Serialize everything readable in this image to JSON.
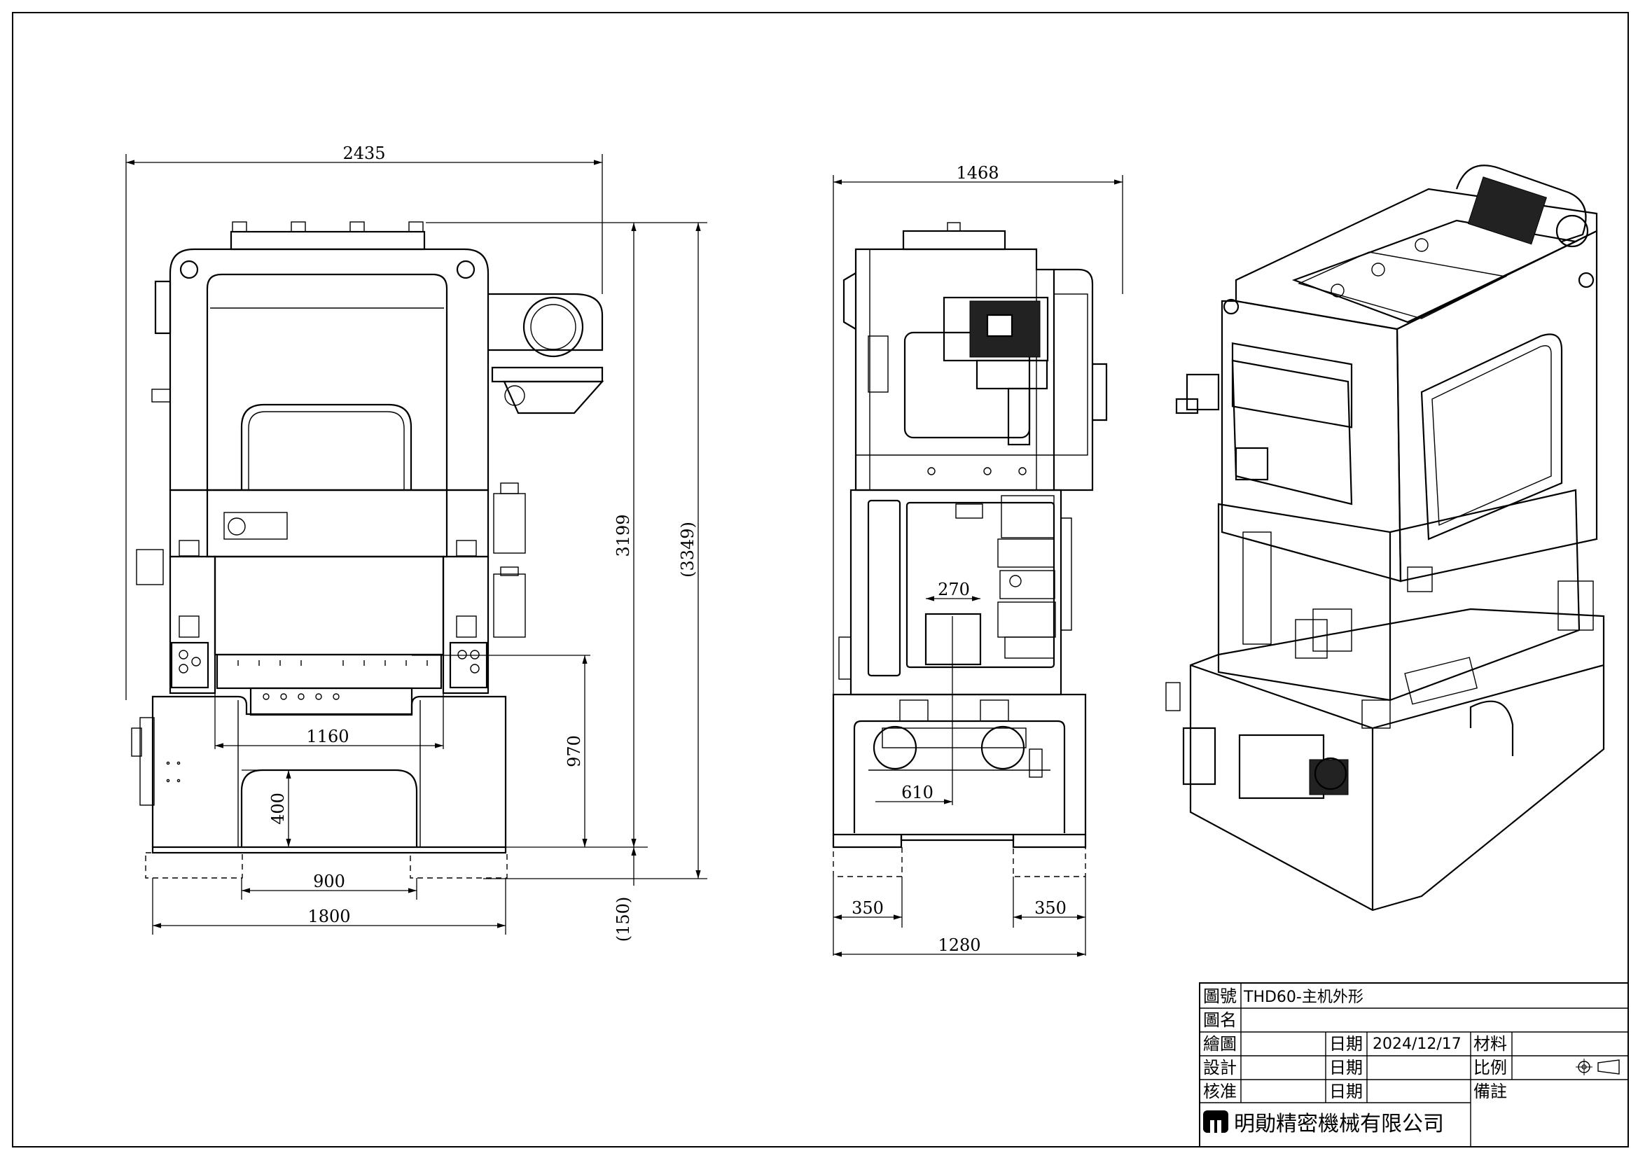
{
  "dimensions": {
    "front_width": "2435",
    "front_height": "3199",
    "front_height_total": "(3349)",
    "front_opening": "1160",
    "front_bolster_height": "970",
    "front_base_opening_h": "400",
    "front_base_inner": "900",
    "front_base_width": "1800",
    "front_foundation": "(150)",
    "side_width": "1468",
    "side_window": "270",
    "side_base_depth": "610",
    "side_foot_left": "350",
    "side_foot_right": "350",
    "side_base_width": "1280"
  },
  "title_block": {
    "drawing_no_label": "圖號",
    "drawing_no_value": "THD60-主机外形",
    "drawing_name_label": "圖名",
    "drawn_label": "繪圖",
    "design_label": "設計",
    "check_label": "核准",
    "date_label_1": "日期",
    "date_label_2": "日期",
    "date_label_3": "日期",
    "date_value": "2024/12/17",
    "material_label": "材料",
    "scale_label": "比例",
    "remarks_label": "備註",
    "company_name": "明勛精密機械有限公司"
  }
}
